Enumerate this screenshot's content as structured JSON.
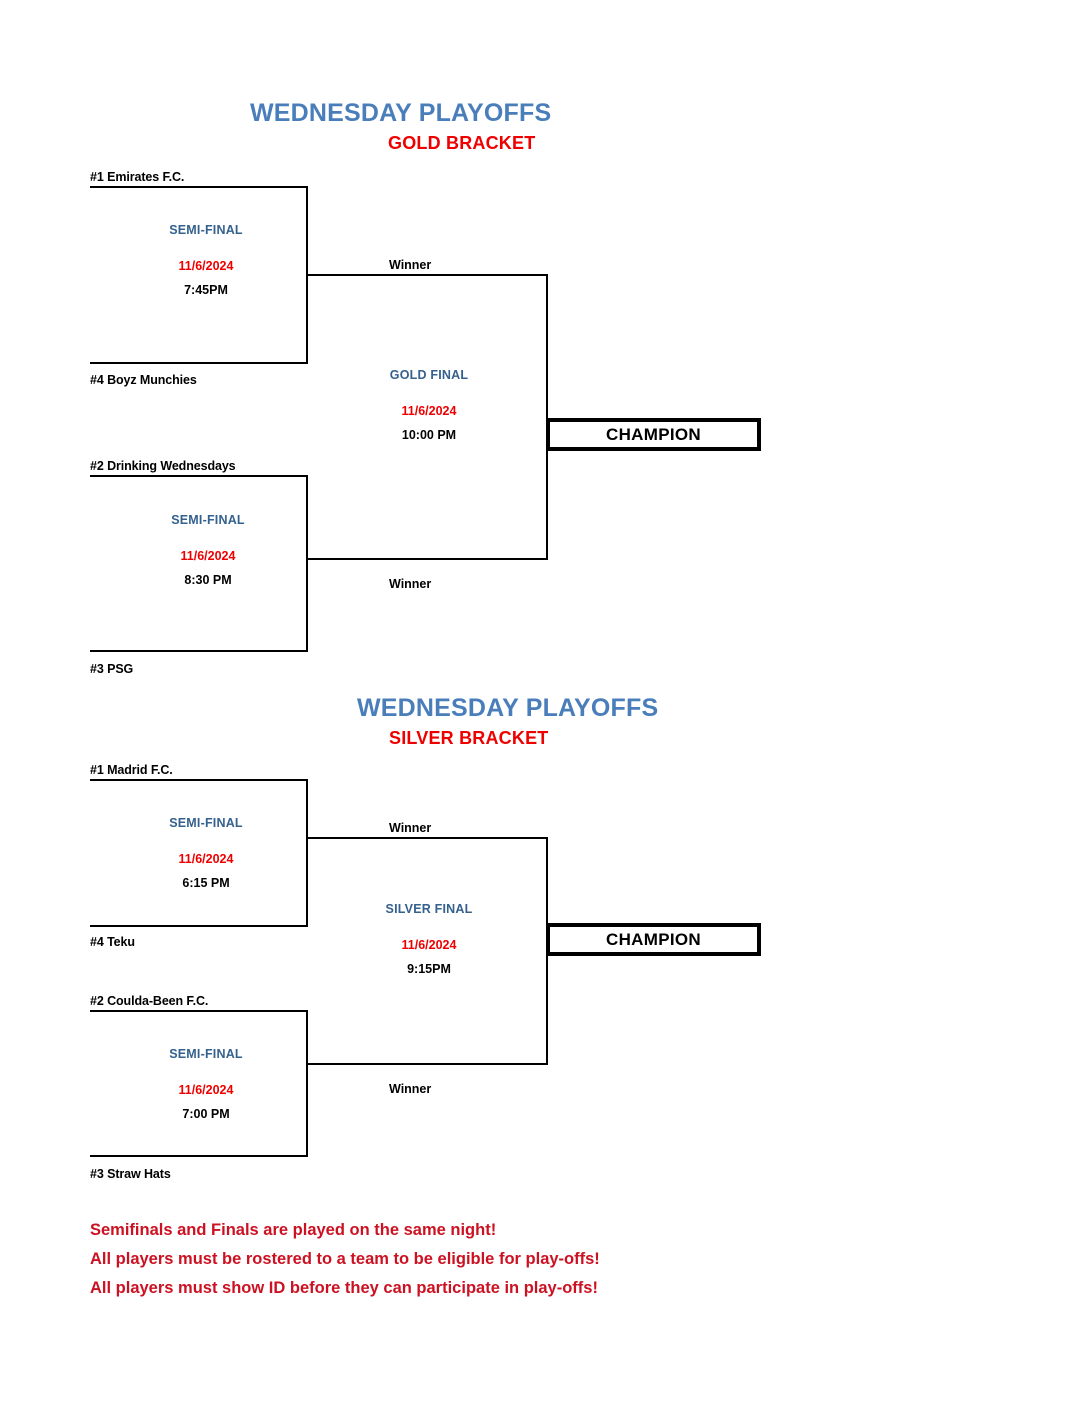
{
  "document": {
    "notes": [
      "Semifinals and Finals are played on the same night!",
      "All players must be rostered to a team to be eligible for play-offs!",
      "All players must show ID before they can participate in play-offs!"
    ],
    "colors": {
      "title_blue": "#4a7ebb",
      "round_blue": "#35618f",
      "accent_red": "#ee0000",
      "note_red": "#cc1122",
      "line_black": "#000000"
    }
  },
  "brackets": [
    {
      "title": "WEDNESDAY PLAYOFFS",
      "subtitle": "GOLD BRACKET",
      "teams": {
        "seed1": "#1 Emirates F.C.",
        "seed4": "#4 Boyz Munchies",
        "seed2": "#2 Drinking Wednesdays",
        "seed3": "#3 PSG"
      },
      "semifinal_top": {
        "round": "SEMI-FINAL",
        "date": "11/6/2024",
        "time": "7:45PM"
      },
      "semifinal_bottom": {
        "round": "SEMI-FINAL",
        "date": "11/6/2024",
        "time": "8:30 PM"
      },
      "final": {
        "round": "GOLD FINAL",
        "date": "11/6/2024",
        "time": "10:00 PM"
      },
      "winner_top_label": "Winner",
      "winner_bottom_label": "Winner",
      "champion_label": "CHAMPION"
    },
    {
      "title": "WEDNESDAY PLAYOFFS",
      "subtitle": "SILVER BRACKET",
      "teams": {
        "seed1": "#1 Madrid F.C.",
        "seed4": "#4 Teku",
        "seed2": "#2 Coulda-Been F.C.",
        "seed3": "#3 Straw Hats"
      },
      "semifinal_top": {
        "round": "SEMI-FINAL",
        "date": "11/6/2024",
        "time": "6:15 PM"
      },
      "semifinal_bottom": {
        "round": "SEMI-FINAL",
        "date": "11/6/2024",
        "time": "7:00 PM"
      },
      "final": {
        "round": "SILVER FINAL",
        "date": "11/6/2024",
        "time": "9:15PM"
      },
      "winner_top_label": "Winner",
      "winner_bottom_label": "Winner",
      "champion_label": "CHAMPION"
    }
  ]
}
